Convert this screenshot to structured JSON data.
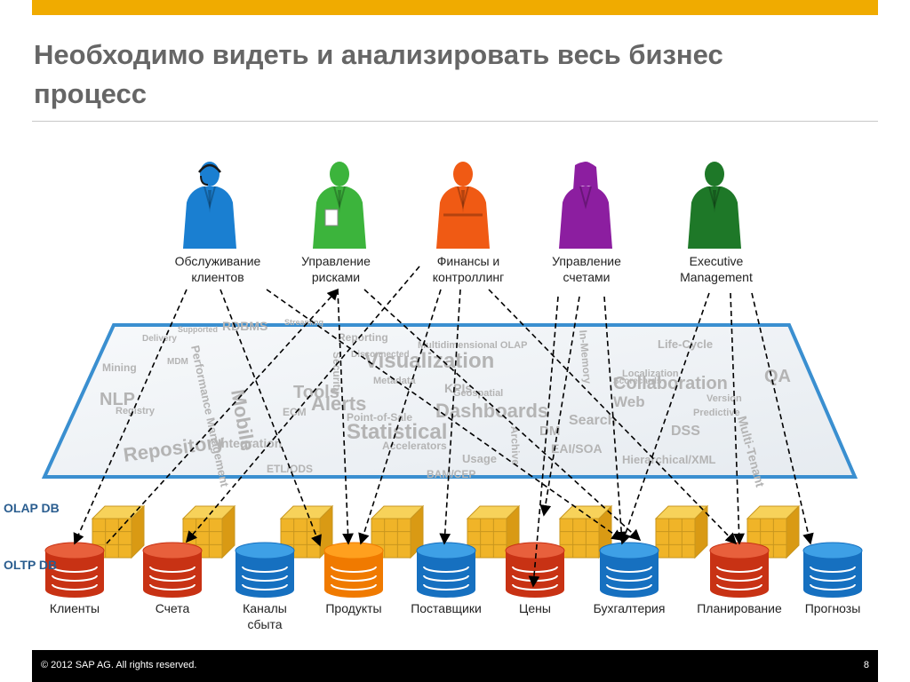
{
  "title": "Необходимо видеть и анализировать весь бизнес процесс",
  "roles": [
    {
      "label": "Обслуживание клиентов",
      "color": "#1a7fd1",
      "icon": "headset-person-icon"
    },
    {
      "label": "Управление рисками",
      "color": "#3cb43c",
      "icon": "person-with-papers-icon"
    },
    {
      "label": "Финансы и контроллинг",
      "color": "#f05a14",
      "icon": "person-arms-crossed-icon"
    },
    {
      "label": "Управление счетами",
      "color": "#8c1ea0",
      "icon": "woman-person-icon"
    },
    {
      "label": "Executive Management",
      "color": "#1e7828",
      "icon": "executive-person-icon"
    }
  ],
  "databases": [
    {
      "label": "Клиенты",
      "color": "red"
    },
    {
      "label": "Счета",
      "color": "red"
    },
    {
      "label": "Каналы сбыта",
      "color": "blue"
    },
    {
      "label": "Продукты",
      "color": "orange"
    },
    {
      "label": "Поставщики",
      "color": "blue"
    },
    {
      "label": "Цены",
      "color": "red"
    },
    {
      "label": "Бухгалтерия",
      "color": "blue"
    },
    {
      "label": "Планирование",
      "color": "red"
    },
    {
      "label": "Прогнозы",
      "color": "blue"
    }
  ],
  "side_labels": {
    "olap": "OLAP DB",
    "oltp": "OLTP DB"
  },
  "cloud_words": [
    "RDBMS",
    "Reporting",
    "Multidimensional OLAP",
    "Streaming",
    "Visualization",
    "Tools",
    "Alerts",
    "KPIs",
    "Dashboards",
    "Statistical",
    "Repository",
    "Mobile",
    "Performance Management",
    "Collaboration",
    "Web",
    "DSS",
    "EAI/SOA",
    "Hierarchical/XML",
    "Integration",
    "ETL/ODS",
    "Geospatial",
    "Search",
    "Predictive",
    "Localization",
    "Scorecards",
    "Version",
    "Life-Cycle",
    "Accelerators",
    "Usage",
    "Registry",
    "Mining",
    "NLP",
    "MDM",
    "ECM",
    "DM",
    "QA",
    "In-Memory",
    "Metadata",
    "Delivery",
    "Supported",
    "Point-of-Sale",
    "BAM/CEP",
    "Disconnected",
    "Security",
    "Multi-Tenant",
    "Archive"
  ],
  "footer": {
    "copyright": "© 2012 SAP AG. All rights reserved.",
    "page": "8"
  }
}
